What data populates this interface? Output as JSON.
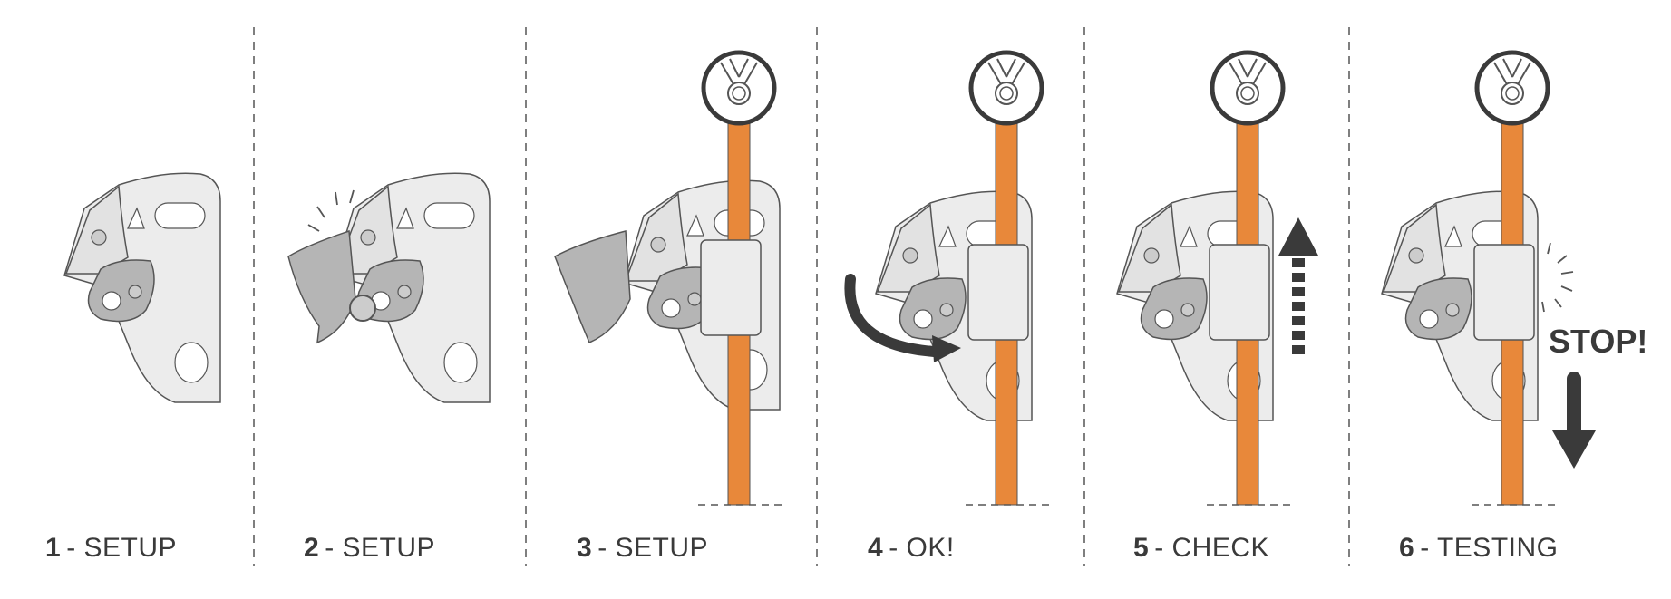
{
  "colors": {
    "rope": "#e8883a",
    "ink": "#3a3a3a",
    "plate": "#ececec",
    "cam": "#b5b5b5"
  },
  "steps": [
    {
      "number": "1",
      "text": "- SETUP"
    },
    {
      "number": "2",
      "text": "- SETUP"
    },
    {
      "number": "3",
      "text": "- SETUP"
    },
    {
      "number": "4",
      "text": "- OK!"
    },
    {
      "number": "5",
      "text": "- CHECK"
    },
    {
      "number": "6",
      "text": "- TESTING"
    }
  ],
  "stop_text": "STOP!"
}
